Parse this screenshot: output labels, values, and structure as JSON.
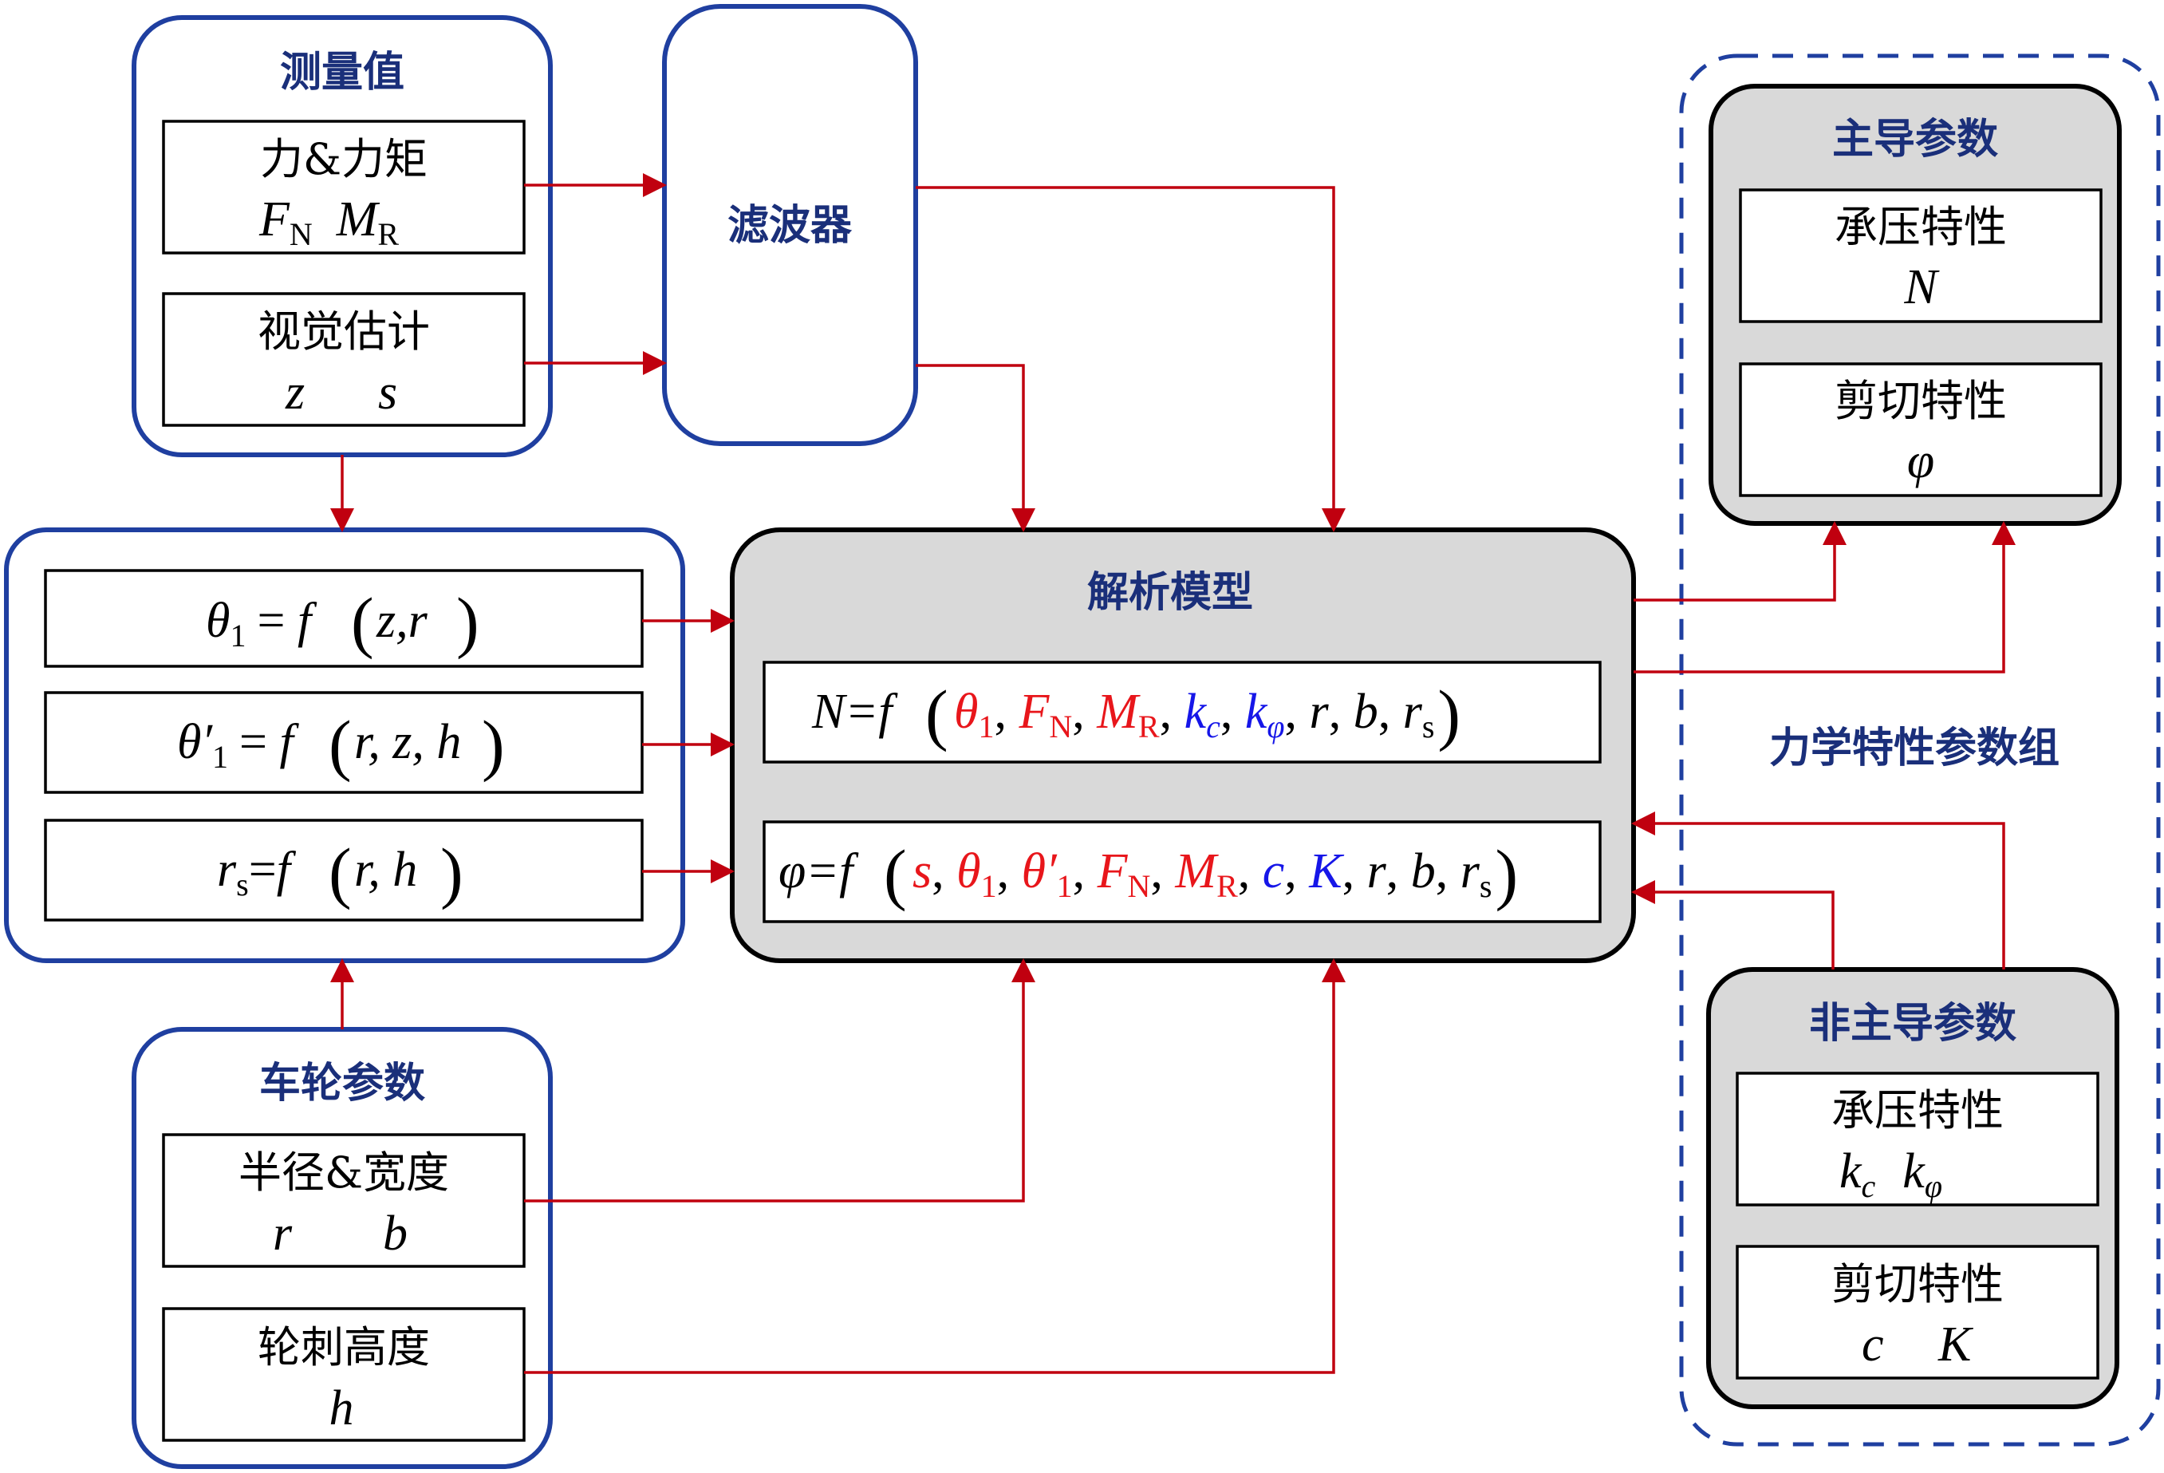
{
  "measurement": {
    "title": "测量值",
    "force_label": "力&力矩",
    "force_syms": [
      "F",
      "N",
      "M",
      "R"
    ],
    "vision_label": "视觉估计",
    "vision_syms": [
      "z",
      "s"
    ]
  },
  "filter": {
    "title": "滤波器"
  },
  "kinematics": {
    "eq1": {
      "lhs": "θ",
      "sub": "1",
      "rhs": "= f",
      "args": "z,r"
    },
    "eq2": {
      "lhs": "θ′",
      "sub": "1",
      "rhs": "= f",
      "args": "r, z, h"
    },
    "eq3": {
      "lhs": "r",
      "sub": "s",
      "rhs": "=f",
      "args": "r, h"
    }
  },
  "wheel": {
    "title": "车轮参数",
    "radius_label": "半径&宽度",
    "radius_syms": [
      "r",
      "b"
    ],
    "lug_label": "轮刺高度",
    "lug_sym": "h"
  },
  "model": {
    "title": "解析模型",
    "eq_N": {
      "lhs": "N=f",
      "terms": [
        {
          "t": "θ",
          "s": "1",
          "c": "red"
        },
        {
          "t": "F",
          "s": "N",
          "c": "red"
        },
        {
          "t": "M",
          "s": "R",
          "c": "red"
        },
        {
          "t": "k",
          "s": "c",
          "c": "blue"
        },
        {
          "t": "k",
          "s": "φ",
          "c": "blue"
        },
        {
          "t": "r",
          "s": "",
          "c": "blk"
        },
        {
          "t": "b",
          "s": "",
          "c": "blk"
        },
        {
          "t": "r",
          "s": "s",
          "c": "blk"
        }
      ]
    },
    "eq_phi": {
      "lhs": "φ=f",
      "terms": [
        {
          "t": "s",
          "s": "",
          "c": "red"
        },
        {
          "t": "θ",
          "s": "1",
          "c": "red"
        },
        {
          "t": "θ′",
          "s": "1",
          "c": "red"
        },
        {
          "t": "F",
          "s": "N",
          "c": "red"
        },
        {
          "t": "M",
          "s": "R",
          "c": "red"
        },
        {
          "t": "c",
          "s": "",
          "c": "blue"
        },
        {
          "t": "K",
          "s": "",
          "c": "blue"
        },
        {
          "t": "r",
          "s": "",
          "c": "blk"
        },
        {
          "t": "b",
          "s": "",
          "c": "blk"
        },
        {
          "t": "r",
          "s": "s",
          "c": "blk"
        }
      ]
    }
  },
  "dominant": {
    "title": "主导参数",
    "bearing_label": "承压特性",
    "bearing_sym": "N",
    "shear_label": "剪切特性",
    "shear_sym": "φ"
  },
  "group_label": "力学特性参数组",
  "nondominant": {
    "title": "非主导参数",
    "bearing_label": "承压特性",
    "bearing_syms": [
      "k",
      "c",
      "k",
      "φ"
    ],
    "shear_label": "剪切特性",
    "shear_syms": [
      "c",
      "K"
    ]
  },
  "colors": {
    "frame_blue": "#1f3fa0",
    "title_blue": "#1a2f7a",
    "arrow_red": "#c0000f",
    "term_red": "#e8161b",
    "term_blue": "#1616e8",
    "panel_gray": "#d9d9d9"
  }
}
